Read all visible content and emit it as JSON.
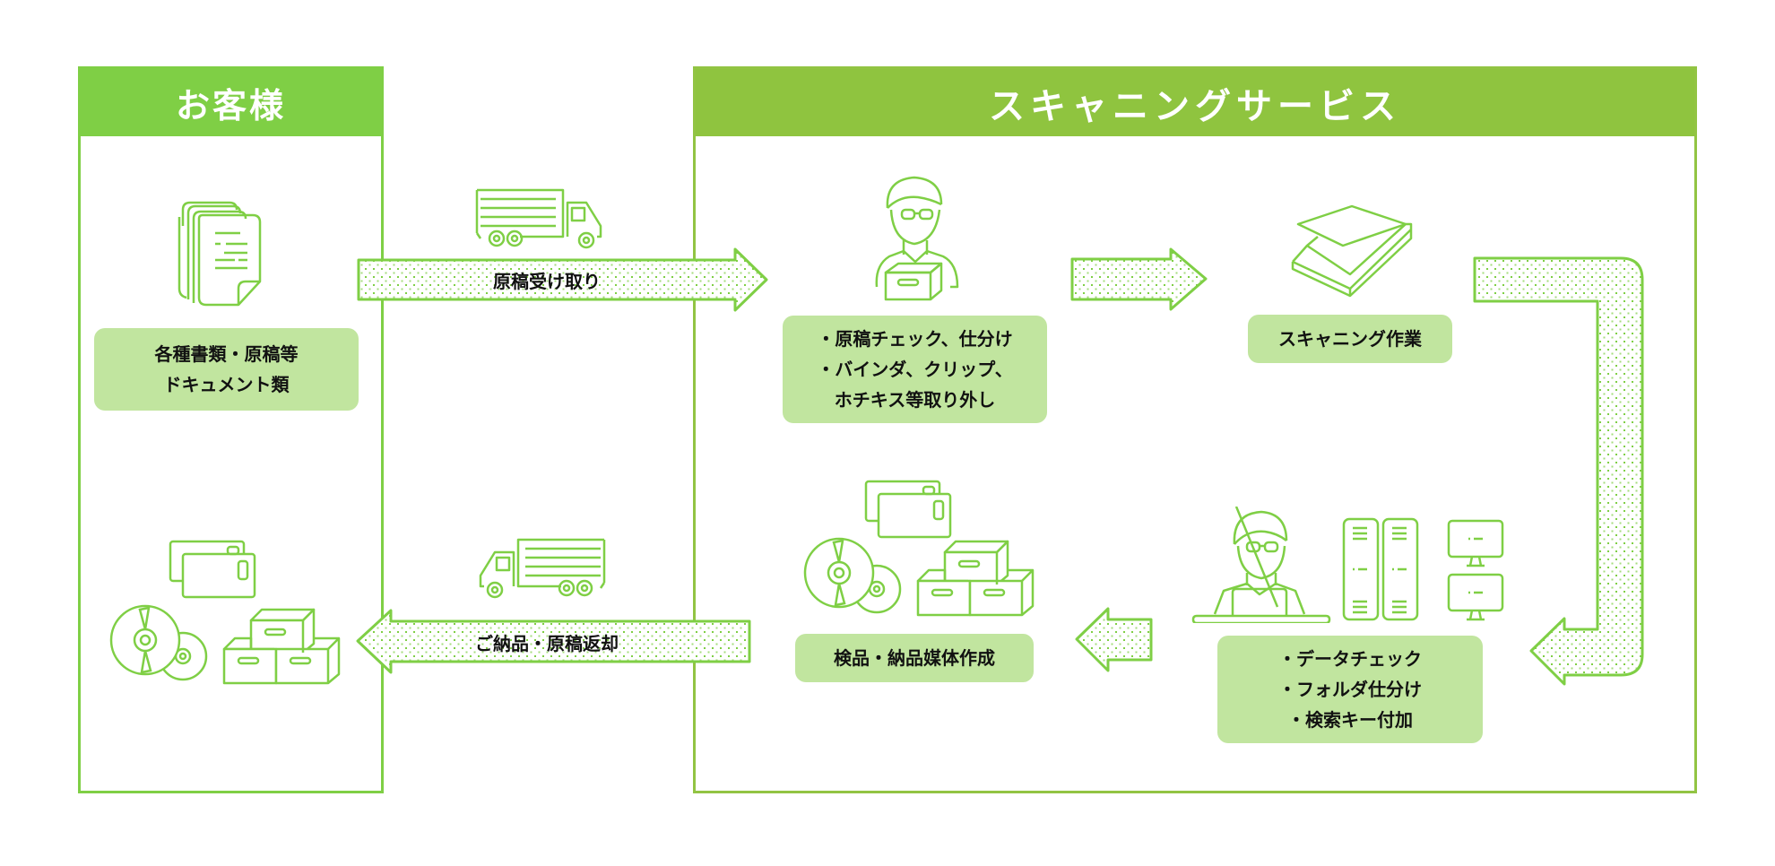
{
  "colors": {
    "customer_header": "#7fcf45",
    "service_header": "#8fc43f",
    "line": "#7fcf45",
    "label_bg": "#c1e59f",
    "text": "#111111"
  },
  "customer": {
    "title": "お客様",
    "documents_label": [
      "各種書類・原稿等",
      "ドキュメント類"
    ]
  },
  "service": {
    "title": "スキャニングサービス",
    "steps": {
      "check": [
        "・原稿チェック、仕分け",
        "・バインダ、クリップ、",
        "ホチキス等取り外し"
      ],
      "scan": [
        "スキャニング作業"
      ],
      "data": [
        "・データチェック",
        "・フォルダ仕分け",
        "・検索キー付加"
      ],
      "media": [
        "検品・納品媒体作成"
      ]
    }
  },
  "flows": {
    "pickup": "原稿受け取り",
    "return": "ご納品・原稿返却"
  },
  "icons": [
    "documents-icon",
    "truck-icon",
    "worker-with-box-icon",
    "scanner-icon",
    "worker-at-computer-icon",
    "server-icon",
    "monitor-icon",
    "storage-media-icon",
    "disc-icon",
    "boxes-icon",
    "arrow-right-icon",
    "arrow-left-icon",
    "u-turn-arrow-icon"
  ]
}
